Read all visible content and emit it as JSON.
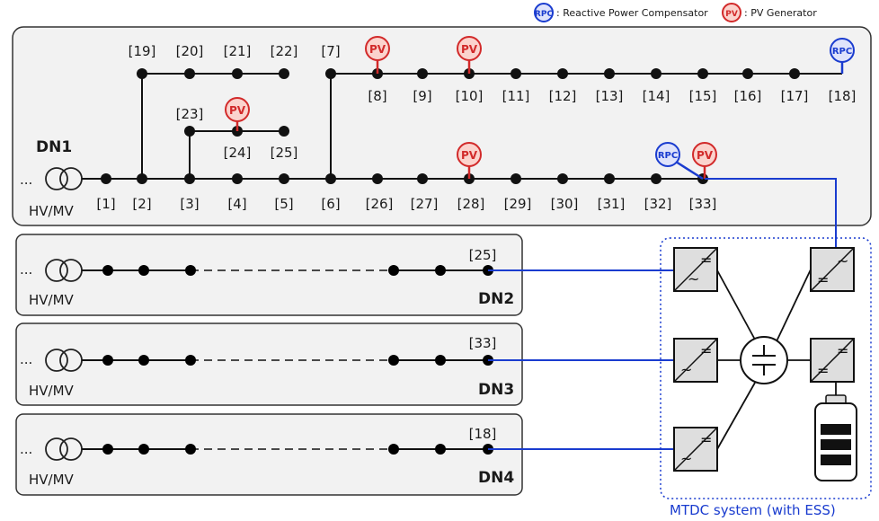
{
  "legend": {
    "rpc_badge": "RPC",
    "rpc_text": ": Reactive Power Compensator",
    "pv_badge": "PV",
    "pv_text": ": PV Generator"
  },
  "networks": {
    "dn1": {
      "name": "DN1",
      "transformer_label": "HV/MV",
      "bus_labels_main": [
        "[1]",
        "[2]",
        "[3]",
        "[4]",
        "[5]",
        "[6]",
        "[26]",
        "[27]",
        "[28]",
        "[29]",
        "[30]",
        "[31]",
        "[32]",
        "[33]"
      ],
      "bus_labels_branch_top": [
        "[19]",
        "[20]",
        "[21]",
        "[22]"
      ],
      "bus_labels_branch_mid": [
        "[23]",
        "[24]",
        "[25]"
      ],
      "bus_labels_upper": [
        "[7]",
        "[8]",
        "[9]",
        "[10]",
        "[11]",
        "[12]",
        "[13]",
        "[14]",
        "[15]",
        "[16]",
        "[17]",
        "[18]"
      ],
      "pv_tag": "PV",
      "rpc_tag": "RPC"
    },
    "dn2": {
      "name": "DN2",
      "transformer_label": "HV/MV",
      "end_bus": "[25]"
    },
    "dn3": {
      "name": "DN3",
      "transformer_label": "HV/MV",
      "end_bus": "[33]"
    },
    "dn4": {
      "name": "DN4",
      "transformer_label": "HV/MV",
      "end_bus": "[18]"
    }
  },
  "mtdc": {
    "label": "MTDC system (with ESS)"
  },
  "colors": {
    "pv": "#d22a2a",
    "pv_fill": "#fbd3cd",
    "rpc": "#1a3ccf",
    "rpc_fill": "#dfe3fb",
    "link": "#1a3ccf",
    "panel": "#f2f2f2"
  }
}
